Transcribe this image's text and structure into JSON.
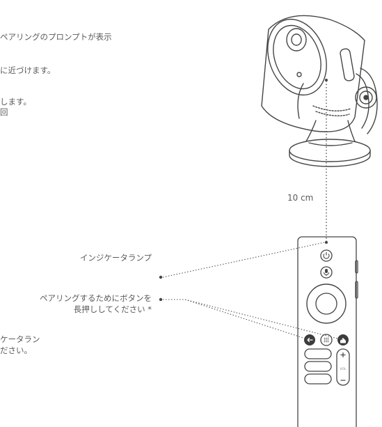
{
  "instructions": {
    "line1": "ペアリングのプロンプトが表示",
    "line2": "に近づけます。",
    "line3": "します。",
    "line4": "回",
    "bottom_line1": "ケータラン",
    "bottom_line2": "ださい。"
  },
  "distance_label": "10 cm",
  "callouts": {
    "indicator_lamp": "インジケータランプ",
    "pair_button_line1": "ペアリングするためにボタンを",
    "pair_button_line2": "長押ししてください *"
  },
  "remote": {
    "vol_label": "VOL"
  }
}
